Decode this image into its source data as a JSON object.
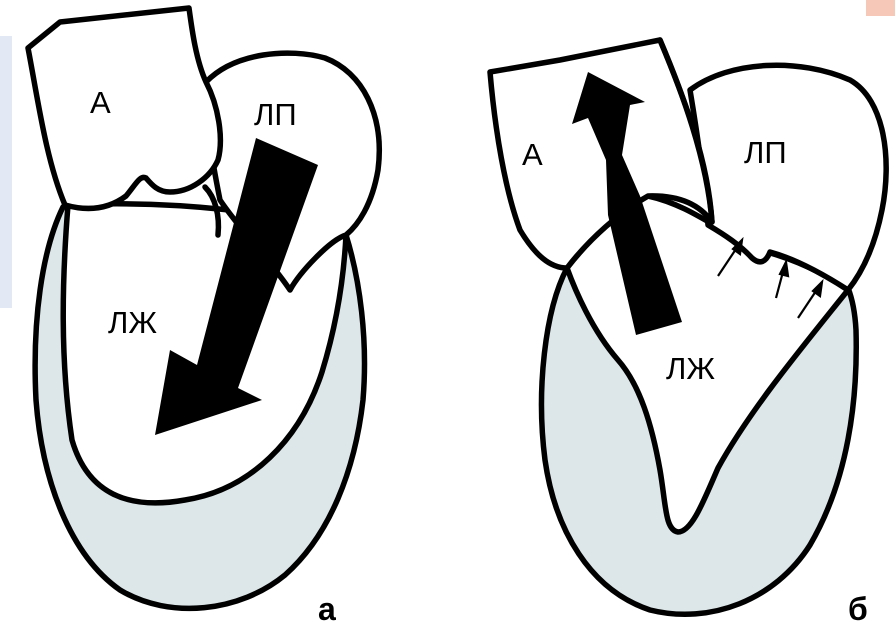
{
  "colors": {
    "myocardium": "#dde7e9",
    "outline": "#000000",
    "side_panel": "#e3e8f5",
    "corner_accent": "#f6c8b8"
  },
  "panel_a": {
    "aorta_label": "А",
    "left_atrium_label": "ЛП",
    "left_ventricle_label": "ЛЖ",
    "panel_letter": "а"
  },
  "panel_b": {
    "aorta_label": "А",
    "left_atrium_label": "ЛП",
    "left_ventricle_label": "ЛЖ",
    "panel_letter": "б"
  }
}
